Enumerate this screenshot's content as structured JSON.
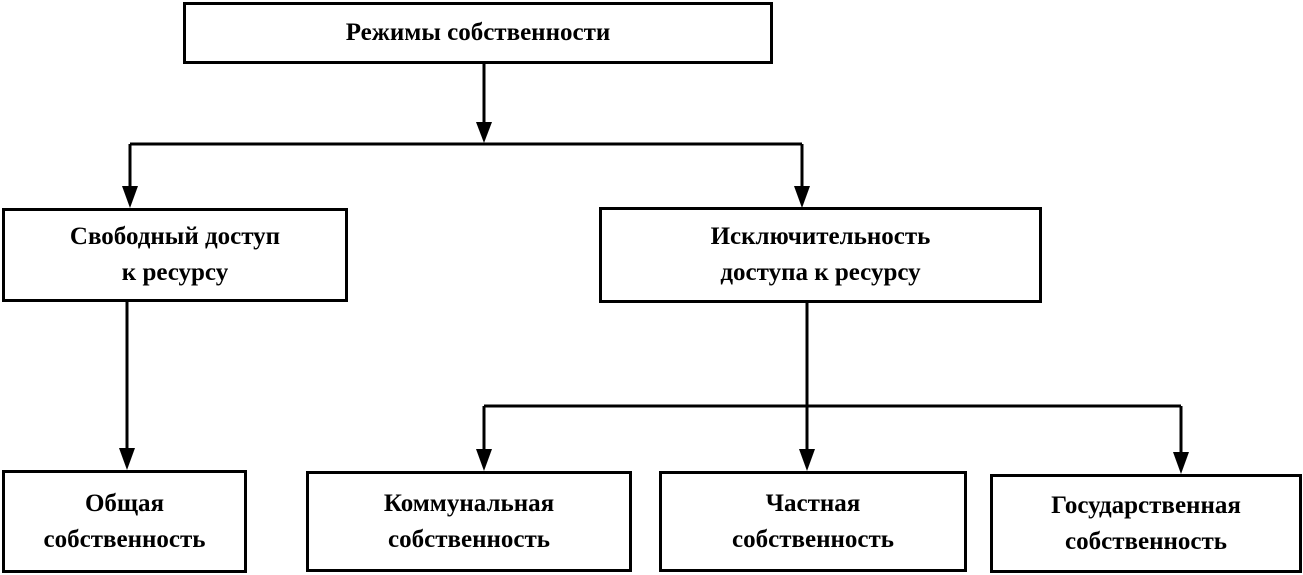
{
  "diagram": {
    "root": {
      "lines": [
        "Режимы собственности"
      ]
    },
    "level1": [
      {
        "lines": [
          "Свободный доступ",
          "к ресурсу"
        ]
      },
      {
        "lines": [
          "Исключительность",
          "доступа к ресурсу"
        ]
      }
    ],
    "level2": [
      {
        "lines": [
          "Общая",
          "собственность"
        ]
      },
      {
        "lines": [
          "Коммунальная",
          "собственность"
        ]
      },
      {
        "lines": [
          "Частная",
          "собственность"
        ]
      },
      {
        "lines": [
          "Государственная",
          "собственность"
        ]
      }
    ]
  },
  "colors": {
    "line": "#000000",
    "background": "#ffffff"
  }
}
